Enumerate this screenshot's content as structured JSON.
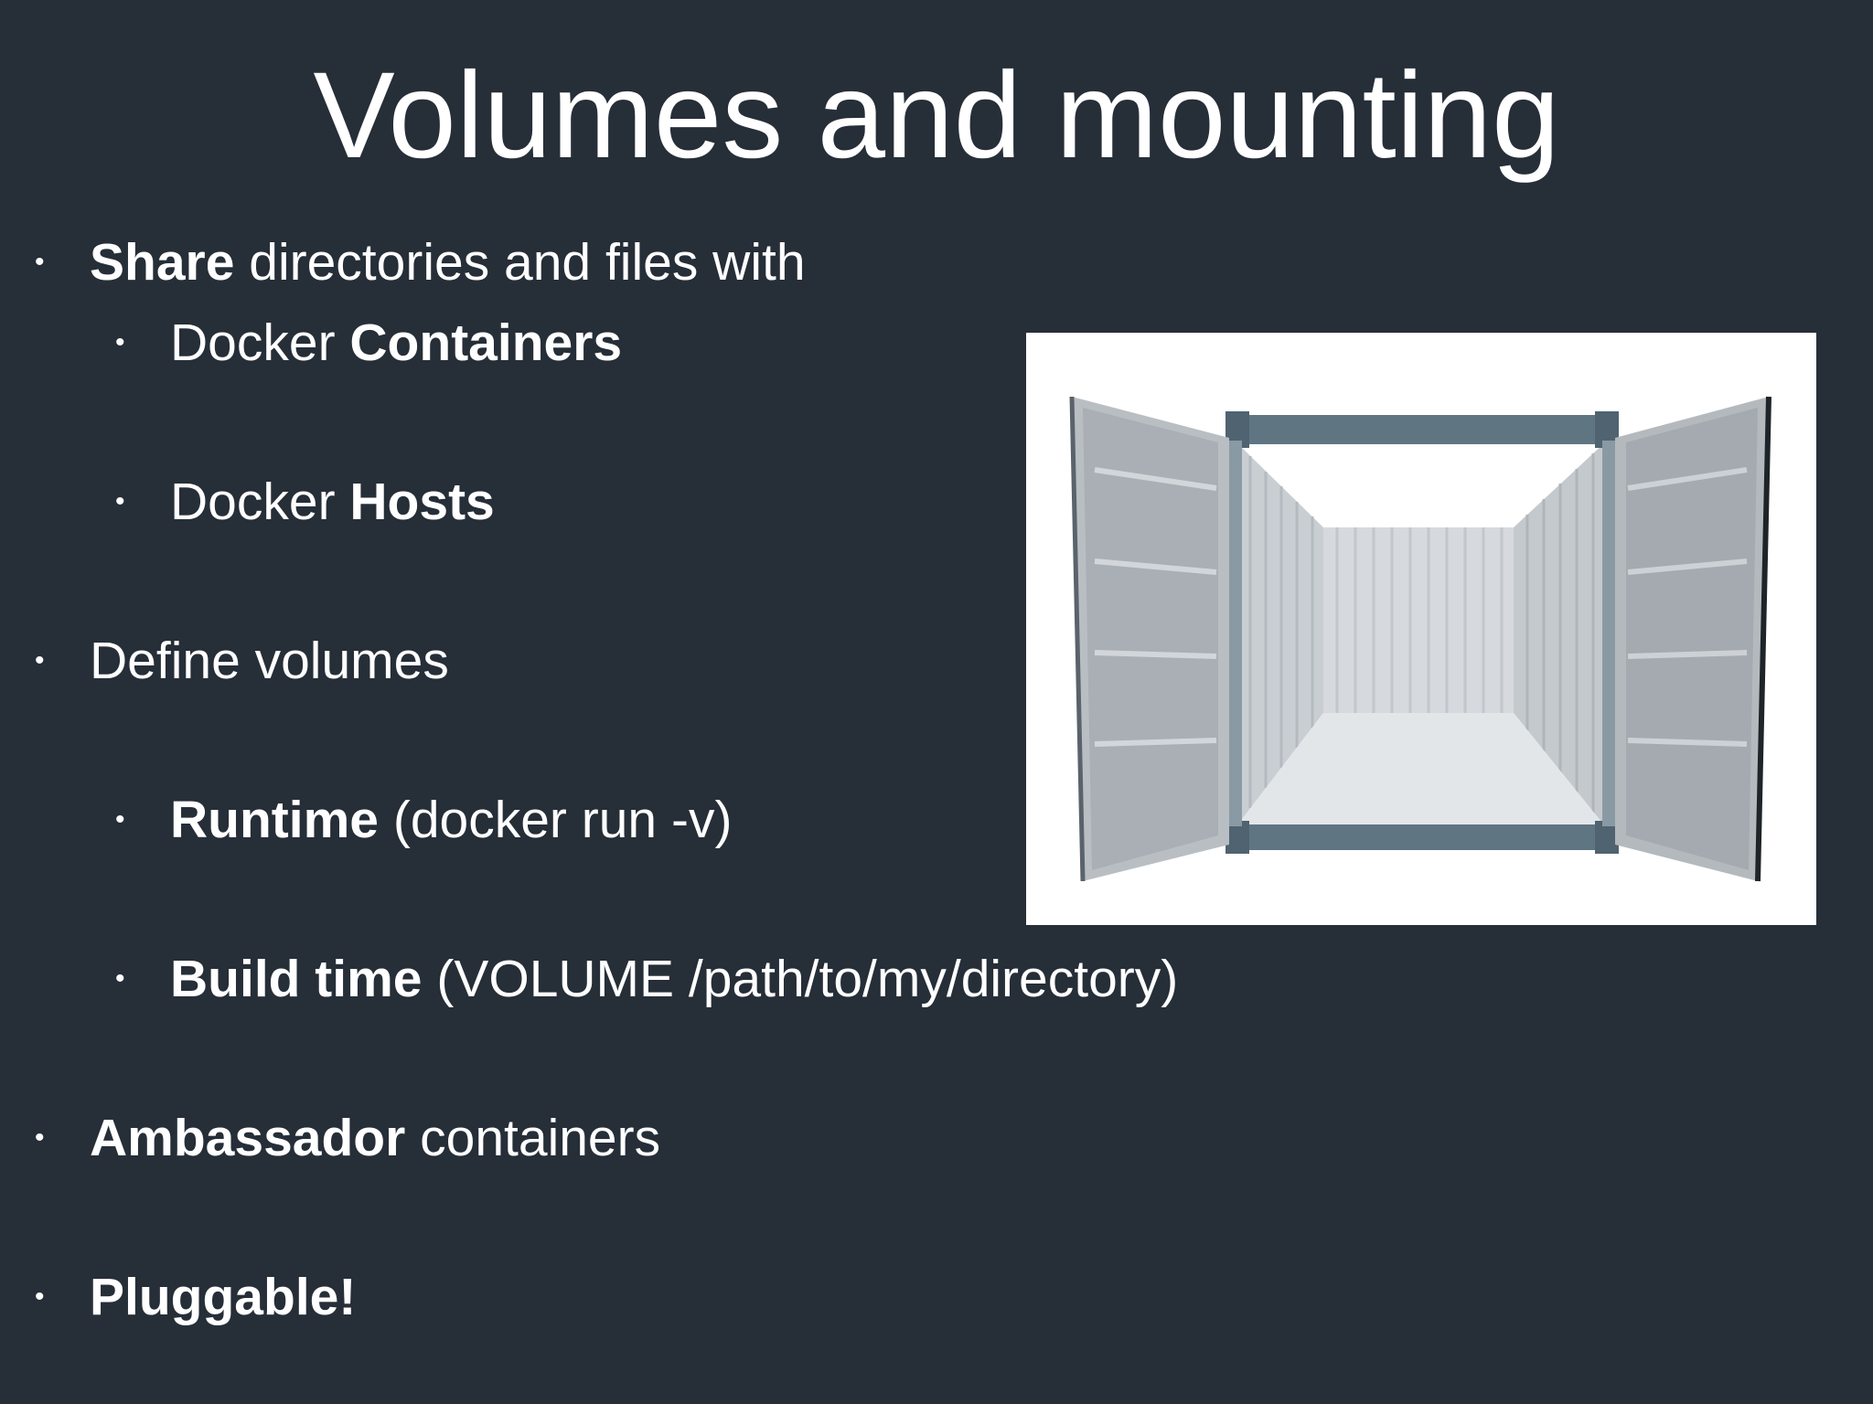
{
  "slide": {
    "title": "Volumes and mounting",
    "bullets": [
      {
        "bold": "Share",
        "rest": " directories and files with"
      },
      {
        "pre": "Docker ",
        "bold": "Containers"
      },
      {
        "pre": "Docker ",
        "bold": "Hosts"
      },
      {
        "text": "Define volumes"
      },
      {
        "bold": "Runtime",
        "rest": " (docker run -v)"
      },
      {
        "bold": "Build time",
        "rest": " (VOLUME /path/to/my/directory)"
      },
      {
        "bold": "Ambassador",
        "rest": " containers"
      },
      {
        "bold": "Pluggable!"
      }
    ],
    "bullet_glyph": "•",
    "image": {
      "icon": "open-shipping-container-photo"
    }
  },
  "colors": {
    "background": "#262e38",
    "text": "#ffffff"
  }
}
